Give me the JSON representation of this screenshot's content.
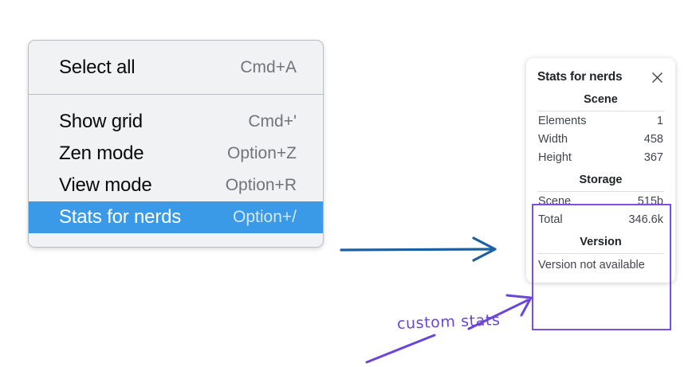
{
  "context_menu": {
    "groups": [
      {
        "items": [
          {
            "label": "Select all",
            "shortcut": "Cmd+A",
            "selected": false
          }
        ]
      },
      {
        "items": [
          {
            "label": "Show grid",
            "shortcut": "Cmd+'",
            "selected": false
          },
          {
            "label": "Zen mode",
            "shortcut": "Option+Z",
            "selected": false
          },
          {
            "label": "View mode",
            "shortcut": "Option+R",
            "selected": false
          },
          {
            "label": "Stats for nerds",
            "shortcut": "Option+/",
            "selected": true
          }
        ]
      }
    ],
    "highlight_color": "#3b9ae8"
  },
  "stats_panel": {
    "title": "Stats for nerds",
    "close_icon": "close-icon",
    "sections": [
      {
        "heading": "Scene",
        "rows": [
          {
            "label": "Elements",
            "value": "1"
          },
          {
            "label": "Width",
            "value": "458"
          },
          {
            "label": "Height",
            "value": "367"
          }
        ]
      },
      {
        "heading": "Storage",
        "rows": [
          {
            "label": "Scene",
            "value": "515b"
          },
          {
            "label": "Total",
            "value": "346.6k"
          }
        ]
      },
      {
        "heading": "Version",
        "text": "Version not available"
      }
    ]
  },
  "annotations": {
    "custom_stats_label": "custom stats",
    "purple_color": "#6b46d6",
    "highlight_box_color": "#7c4fe0",
    "flow_arrow_color": "#1e5fa0"
  }
}
